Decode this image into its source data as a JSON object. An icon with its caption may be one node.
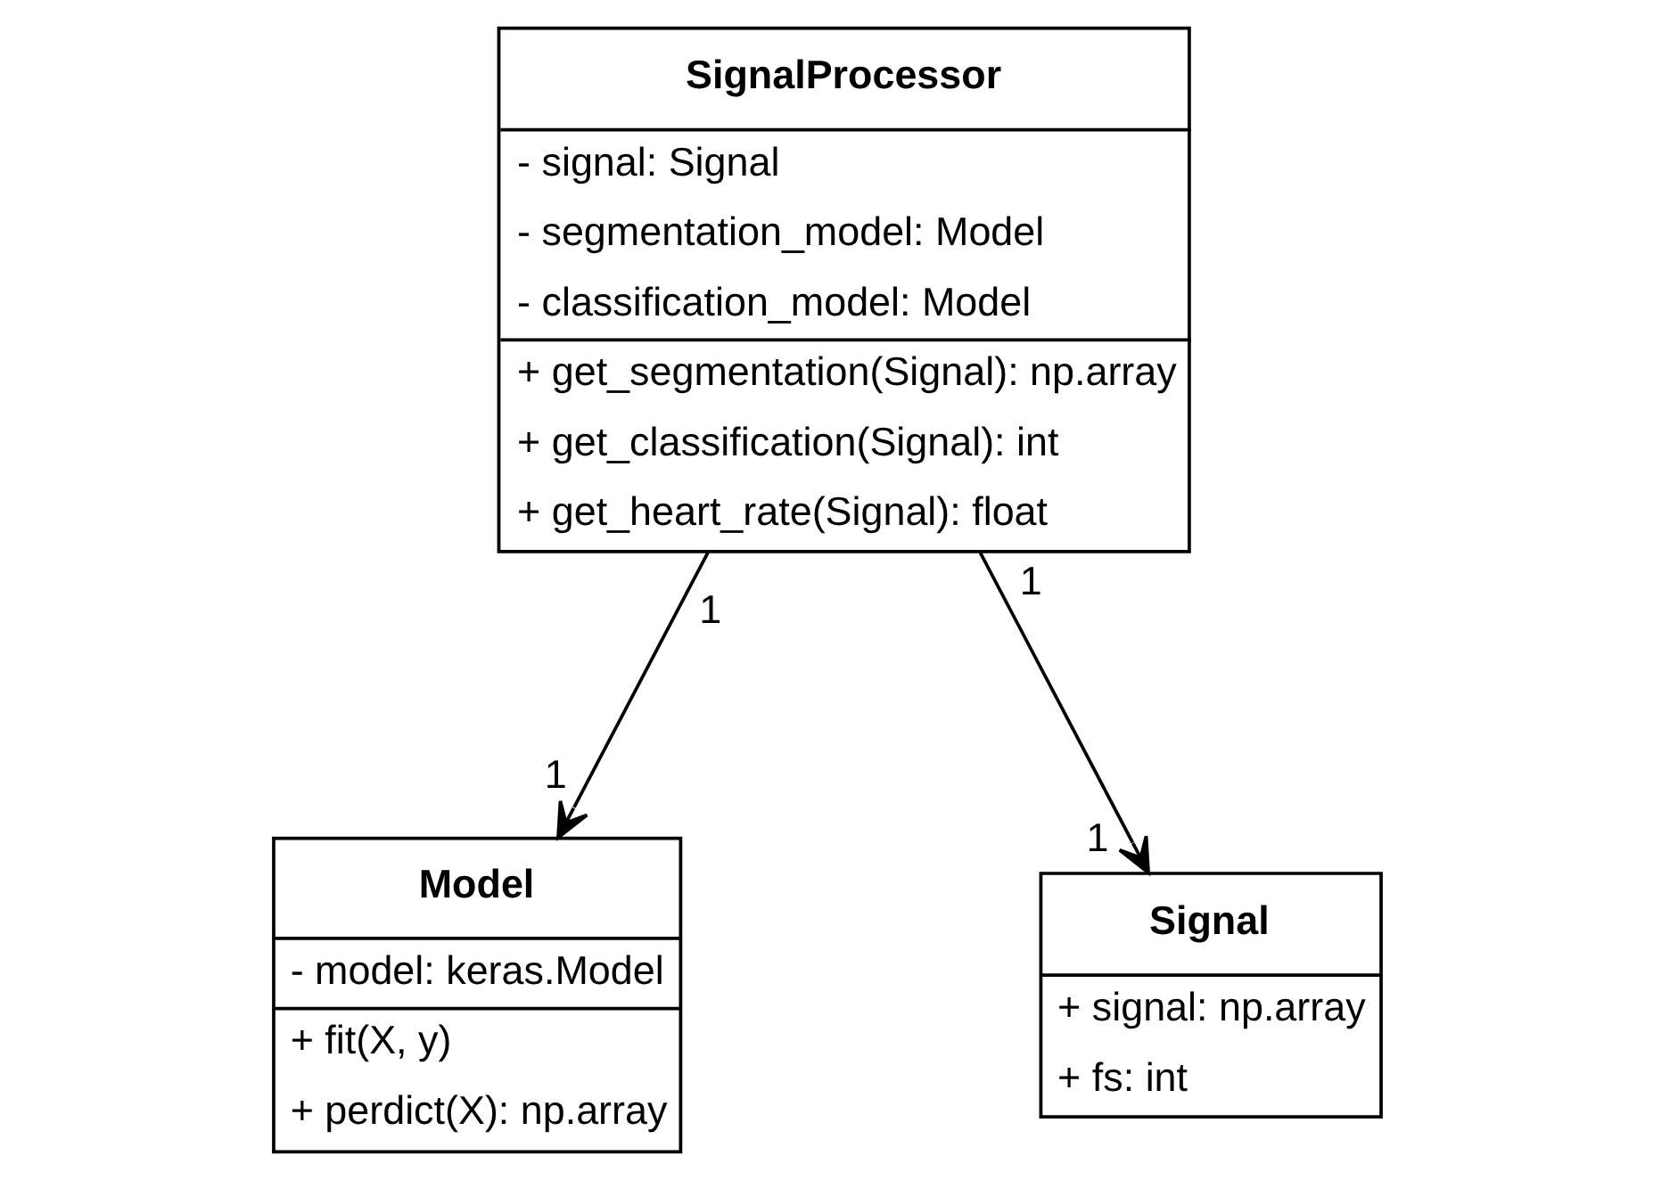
{
  "diagram": {
    "nodes": [
      {
        "text": [
          "SignalProcessor",
          "- signal: Signal",
          "- segmentation_model: Model",
          "- classification_model: Model",
          "+ get_segmentation(Signal): np.array",
          "+ get_classification(Signal): int",
          "+ get_heart_rate(Signal): float"
        ]
      },
      {
        "text": [
          "Model",
          "- model: keras.Model",
          "+ fit(X, y)",
          "+ perdict(X): np.array"
        ]
      },
      {
        "text": [
          "Signal",
          "+ signal: np.array",
          "+ fs: int"
        ]
      }
    ],
    "edges": [
      {
        "from": 0,
        "to": 1,
        "arrow": "to"
      },
      {
        "from": 0,
        "to": 2,
        "arrow": "to"
      }
    ],
    "labels": [
      "1",
      "1",
      "1",
      "1"
    ]
  }
}
